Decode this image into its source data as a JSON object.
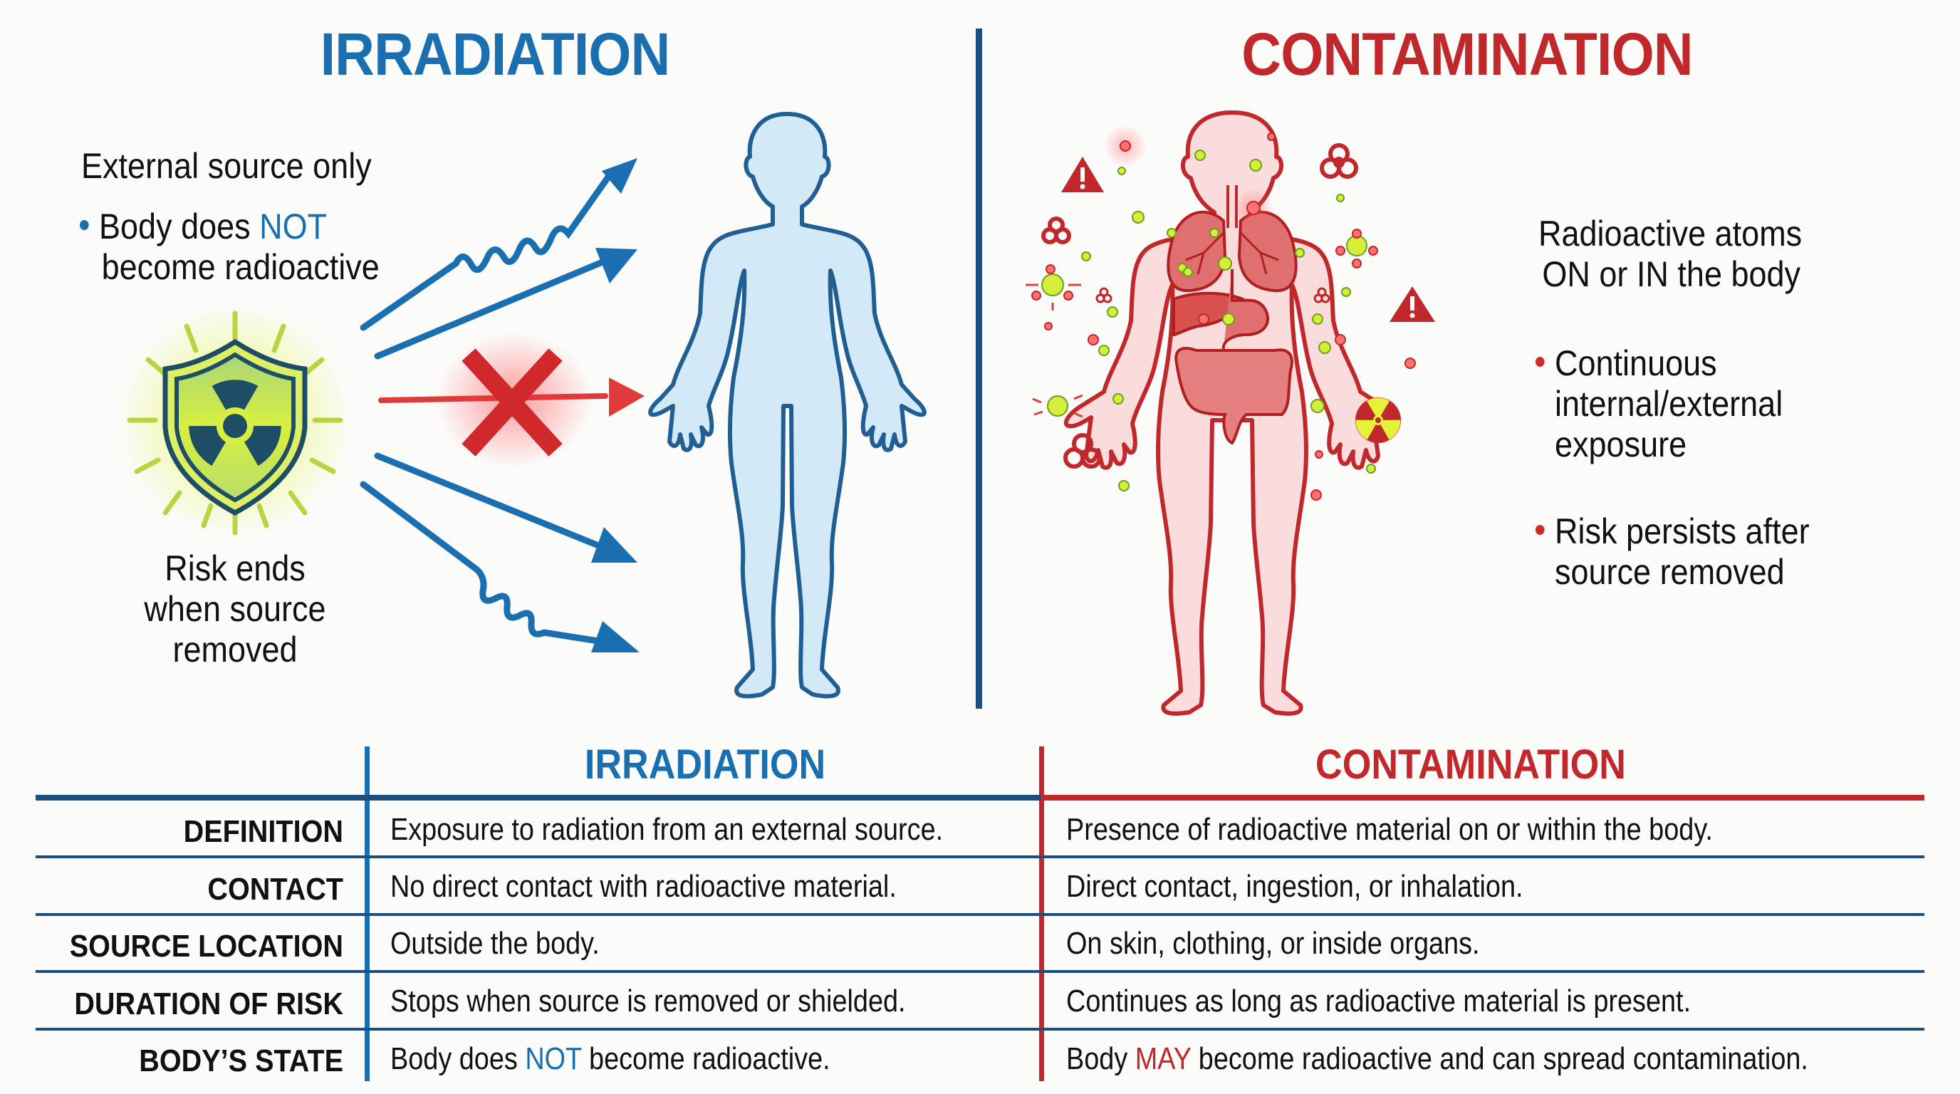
{
  "colors": {
    "irradiation_blue": "#1a6fb0",
    "contamination_red": "#c0282b",
    "divider_navy": "#1d4e80",
    "glow_yellow_green": "#c6e33a"
  },
  "irradiation_panel": {
    "title": "IRRADIATION",
    "heading": "External source only",
    "bullet_prefix": "Body does ",
    "bullet_emphasis": "NOT",
    "bullet_suffix": "become radioactive",
    "risk_line1": "Risk ends",
    "risk_line2": "when source",
    "risk_line3": "removed",
    "icons": [
      "radiation-shield-icon",
      "wavy-radiation-arrow-icon",
      "straight-radiation-arrow-icon",
      "blocked-red-arrow-icon",
      "red-x-icon",
      "human-figure-blue"
    ]
  },
  "contamination_panel": {
    "title": "CONTAMINATION",
    "heading_line1": "Radioactive atoms",
    "heading_line2": "ON or IN the body",
    "bullets": [
      {
        "lines": [
          "Continuous",
          "internal/external",
          "exposure"
        ]
      },
      {
        "lines": [
          "Risk persists after",
          "source removed"
        ]
      }
    ],
    "icons": [
      "human-figure-red-with-organs",
      "biohazard-icon",
      "warning-triangle-icon",
      "radiation-trefoil-icon",
      "particle-dot-icon"
    ]
  },
  "table": {
    "headers": [
      "",
      "IRRADIATION",
      "CONTAMINATION"
    ],
    "rows": [
      {
        "label": "DEFINITION",
        "irradiation": "Exposure to radiation from an external source.",
        "contamination": "Presence of radioactive material on or within the body."
      },
      {
        "label": "CONTACT",
        "irradiation": "No direct contact with radioactive material.",
        "contamination": "Direct contact, ingestion, or inhalation."
      },
      {
        "label": "SOURCE LOCATION",
        "irradiation": "Outside the body.",
        "contamination": "On skin, clothing, or inside organs."
      },
      {
        "label": "DURATION OF RISK",
        "irradiation": "Stops when source is removed or shielded.",
        "contamination": "Continues as long as radioactive material is present."
      },
      {
        "label": "BODY’S STATE",
        "irradiation_prefix": "Body does ",
        "irradiation_emphasis": "NOT",
        "irradiation_suffix": " become radioactive.",
        "contamination_prefix": "Body ",
        "contamination_emphasis": "MAY",
        "contamination_suffix": " become radioactive and can spread contamination."
      }
    ]
  }
}
